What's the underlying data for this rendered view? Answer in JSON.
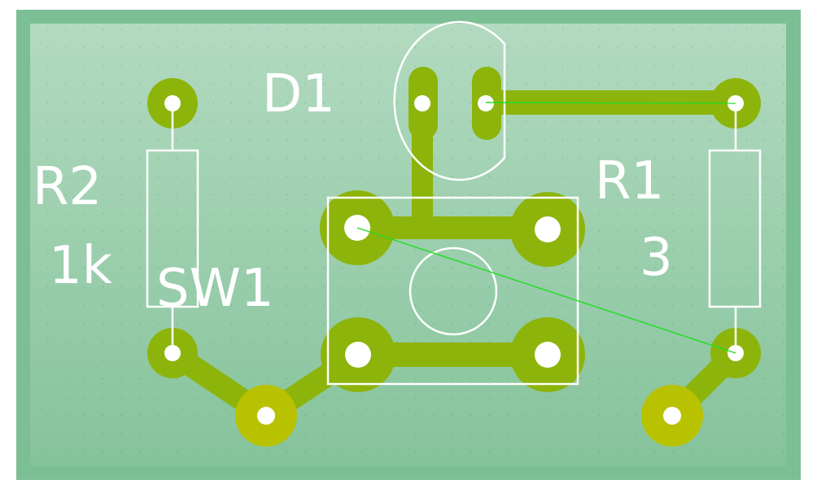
{
  "colors": {
    "outer_frame": "#7dbf95",
    "board_top": "#b2dac0",
    "board_bottom": "#85c39b",
    "copper": "#8db40b",
    "via_pad": "#b9c200",
    "silkscreen": "#ffffff",
    "ratsnest": "#22dd22",
    "grid_dot": "#2e6e45"
  },
  "labels": {
    "d1": "D1",
    "r2": "R2",
    "r2_value": "1k",
    "sw1": "SW1",
    "r1": "R1",
    "r1_value": "3"
  },
  "components": [
    {
      "ref": "D1",
      "type": "led"
    },
    {
      "ref": "R2",
      "type": "resistor",
      "value": "1k"
    },
    {
      "ref": "R1",
      "type": "resistor",
      "value": "3"
    },
    {
      "ref": "SW1",
      "type": "tactile-switch"
    }
  ]
}
